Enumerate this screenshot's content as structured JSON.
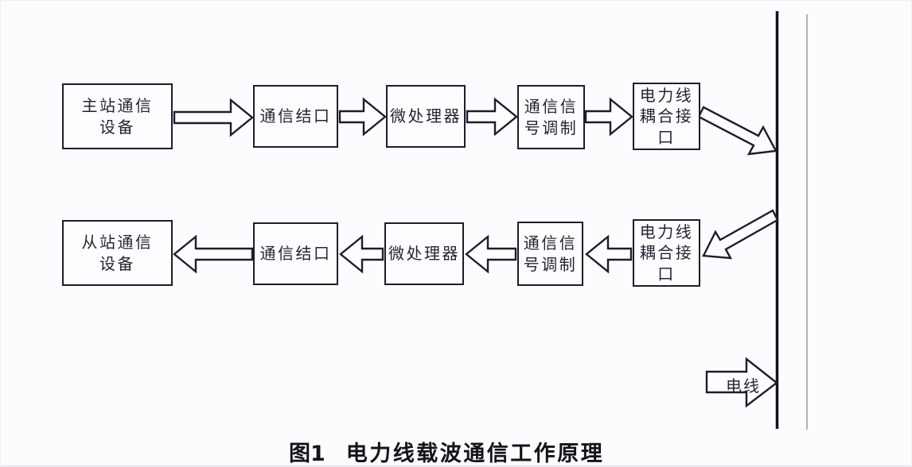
{
  "figure": {
    "caption": {
      "number": "图1",
      "title": "电力线载波通信工作原理"
    },
    "wire_label": "电线",
    "top_row": {
      "boxes": [
        {
          "label": "主站通信\n设备"
        },
        {
          "label": "通信结口"
        },
        {
          "label": "微处理器"
        },
        {
          "label": "通信信\n号调制"
        },
        {
          "label": "电力线\n耦合接\n口"
        }
      ]
    },
    "bottom_row": {
      "boxes": [
        {
          "label": "从站通信\n设备"
        },
        {
          "label": "通信结口"
        },
        {
          "label": "微处理器"
        },
        {
          "label": "通信信\n号调制"
        },
        {
          "label": "电力线\n耦合接\n口"
        }
      ]
    },
    "colors": {
      "ink": "#1e1d2b",
      "text": "#2a2233",
      "power_line": "#14131f",
      "secondary_line": "#b2b2b6",
      "background": "#fbfcfe"
    }
  }
}
